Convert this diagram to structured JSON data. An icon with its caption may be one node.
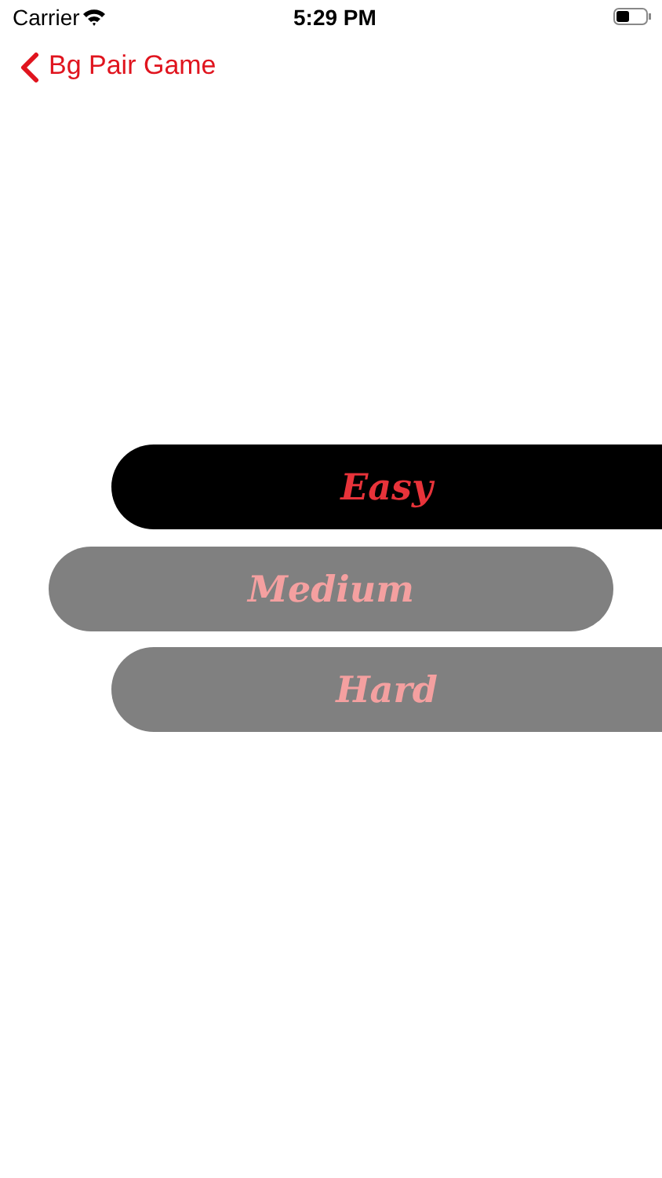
{
  "diagram": {
    "nodes": [
      {
        "text": [
          "Easy"
        ]
      },
      {
        "text": [
          "Medium"
        ]
      },
      {
        "text": [
          "Hard"
        ]
      }
    ],
    "labels": [
      "Carrier",
      "5:29 PM",
      "Bg Pair Game"
    ]
  }
}
